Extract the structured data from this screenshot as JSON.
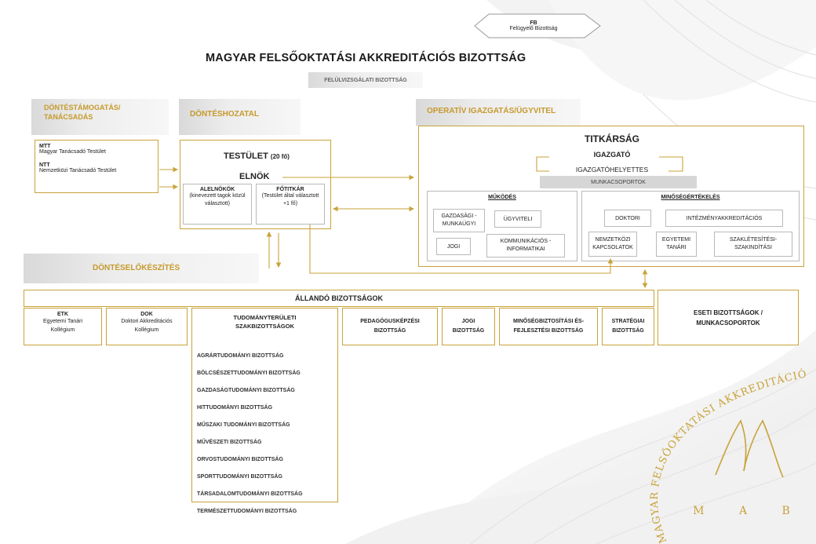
{
  "fb": {
    "code": "FB",
    "name": "Felügyelő Bizottság"
  },
  "main_title": "MAGYAR FELSŐOKTATÁSI AKKREDITÁCIÓS BIZOTTSÁG",
  "review_committee": "FELÜLVIZSGÁLATI BIZOTTSÁG",
  "sections": {
    "decision_support": "DÖNTÉSTÁMOGATÁS/ TANÁCSADÁS",
    "decision_making": "DÖNTÉSHOZATAL",
    "operations": "OPERATÍV IGAZGATÁS/ÜGYVITEL",
    "preparation": "DÖNTÉSELŐKÉSZÍTÉS"
  },
  "advisory": {
    "mtt_code": "MTT",
    "mtt_name": "Magyar Tanácsadó Testület",
    "ntt_code": "NTT",
    "ntt_name": "Nemzetközi Tanácsadó Testület"
  },
  "board": {
    "title": "TESTÜLET",
    "size": "(20 fő)",
    "president": "ELNÖK",
    "vice_title": "ALELNÖKÖK",
    "vice_desc": "(kinevezett tagok közül választott)",
    "secgen_title": "FŐTITKÁR",
    "secgen_desc": "(Testület által választott +1 fő)"
  },
  "secretariat": {
    "title": "TITKÁRSÁG",
    "director": "IGAZGATÓ",
    "deputy": "IGAZGATÓHELYETTES",
    "working_groups": "MUNKACSOPORTOK",
    "operations_title": "MŰKÖDÉS",
    "ops_items": [
      "GAZDASÁGI - MUNKAÜGYI",
      "ÜGYVITELI",
      "JOGI",
      "KOMMUNIKÁCIÓS -INFORMATIKAI"
    ],
    "quality_title": "MINŐSÉGÉRTÉKELÉS",
    "quality_items": [
      "DOKTORI",
      "INTÉZMÉNYAKKREDITÁCIÓS",
      "NEMZETKÖZI KAPCSOLATOK",
      "EGYETEMI TANÁRI",
      "SZAKLÉTESÍTÉSI-SZAKINDÍTÁSI"
    ]
  },
  "standing": {
    "title": "ÁLLANDÓ BIZOTTSÁGOK",
    "etk_code": "ETK",
    "etk_name": "Egyetemi Tanári Kollégium",
    "dok_code": "DOK",
    "dok_name": "Doktori Akkreditációs Kollégium",
    "scientific_title": "TUDOMÁNYTERÜLETI SZAKBIZOTTSÁGOK",
    "scientific_list": [
      "AGRÁRTUDOMÁNYI BIZOTTSÁG",
      "BÖLCSÉSZETTUDOMÁNYI BIZOTTSÁG",
      "GAZDASÁGTUDOMÁNYI BIZOTTSÁG",
      "HITTUDOMÁNYI BIZOTTSÁG",
      "MŰSZAKI TUDOMÁNYI BIZOTTSÁG",
      "MŰVÉSZETI BIZOTTSÁG",
      "ORVOSTUDOMÁNYI BIZOTTSÁG",
      "SPORTTUDOMÁNYI BIZOTTSÁG",
      "TÁRSADALOMTUDOMÁNYI BIZOTTSÁG",
      "TERMÉSZETTUDOMÁNYI BIZOTTSÁG"
    ],
    "teacher_training": "PEDAGÓGUSKÉPZÉSI BIZOTTSÁG",
    "legal": "JOGI BIZOTTSÁG",
    "quality_dev": "MINŐSÉGBIZTOSÍTÁSI ÉS-FEJLESZTÉSI BIZOTTSÁG",
    "strategic": "STRATÉGIAI BIZOTTSÁG"
  },
  "adhoc": "ESETI BIZOTTSÁGOK / MUNKACSOPORTOK",
  "logo": {
    "arc_text": "MAGYAR FELSŐOKTATÁSI AKKREDITÁCIÓS BIZOTTSÁG",
    "letters": "M A B"
  },
  "colors": {
    "gold": "#c9a23a",
    "gold_text": "#c79a2c",
    "grey_band": "#d9d9d9",
    "dark_text": "#222222"
  }
}
